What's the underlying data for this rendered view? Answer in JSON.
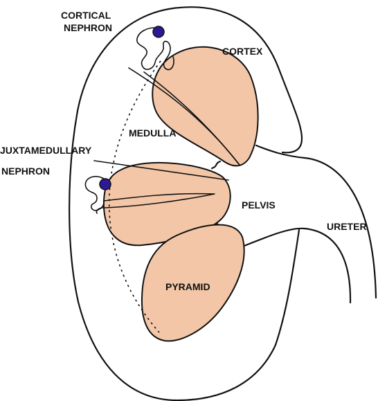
{
  "labels": {
    "cortical_nephron_line1": "CORTICAL",
    "cortical_nephron_line2": "NEPHRON",
    "cortex": "CORTEX",
    "medulla": "MEDULLA",
    "juxtamedullary_line1": "JUXTAMEDULLARY",
    "juxtamedullary_line2": "NEPHRON",
    "pelvis": "PELVIS",
    "ureter": "URETER",
    "pyramid": "PYRAMID"
  },
  "colors": {
    "pyramid_fill": "#f2c6a7",
    "glomerulus_fill": "#2d1896",
    "outline": "#111111"
  }
}
